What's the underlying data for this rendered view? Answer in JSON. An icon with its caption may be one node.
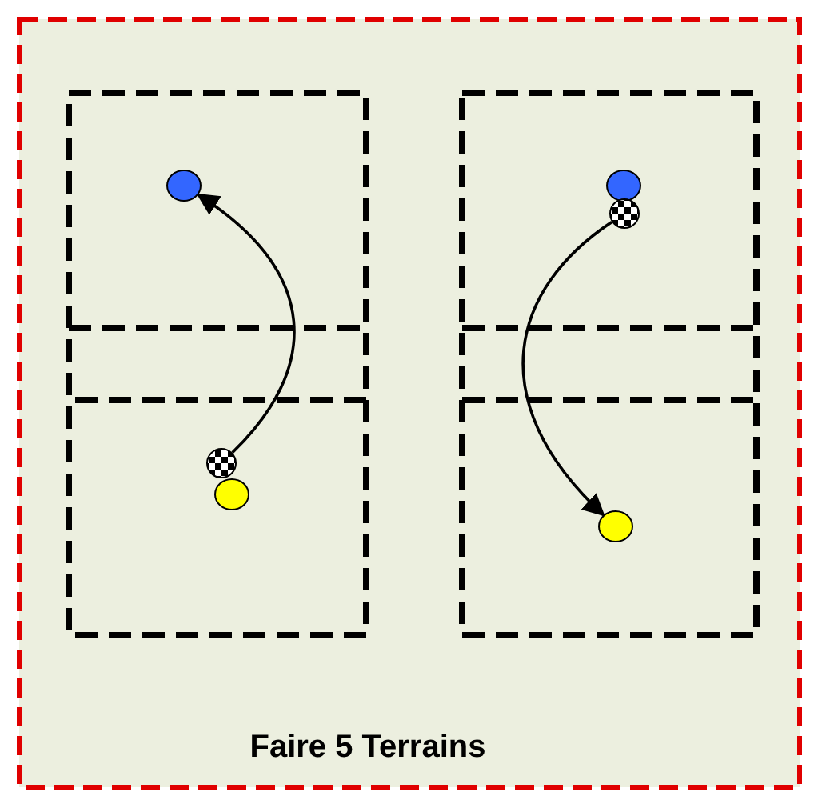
{
  "diagram": {
    "caption": "Faire 5 Terrains",
    "nodes": [
      {
        "text": [],
        "shape": "circle"
      },
      {
        "text": [],
        "shape": "ball"
      },
      {
        "text": [],
        "shape": "circle"
      },
      {
        "text": [],
        "shape": "circle"
      },
      {
        "text": [],
        "shape": "ball"
      },
      {
        "text": [],
        "shape": "circle"
      }
    ],
    "edges": [
      {
        "from": 1,
        "to": 0,
        "arrow": "to"
      },
      {
        "from": 4,
        "to": 5,
        "arrow": "to"
      }
    ]
  }
}
